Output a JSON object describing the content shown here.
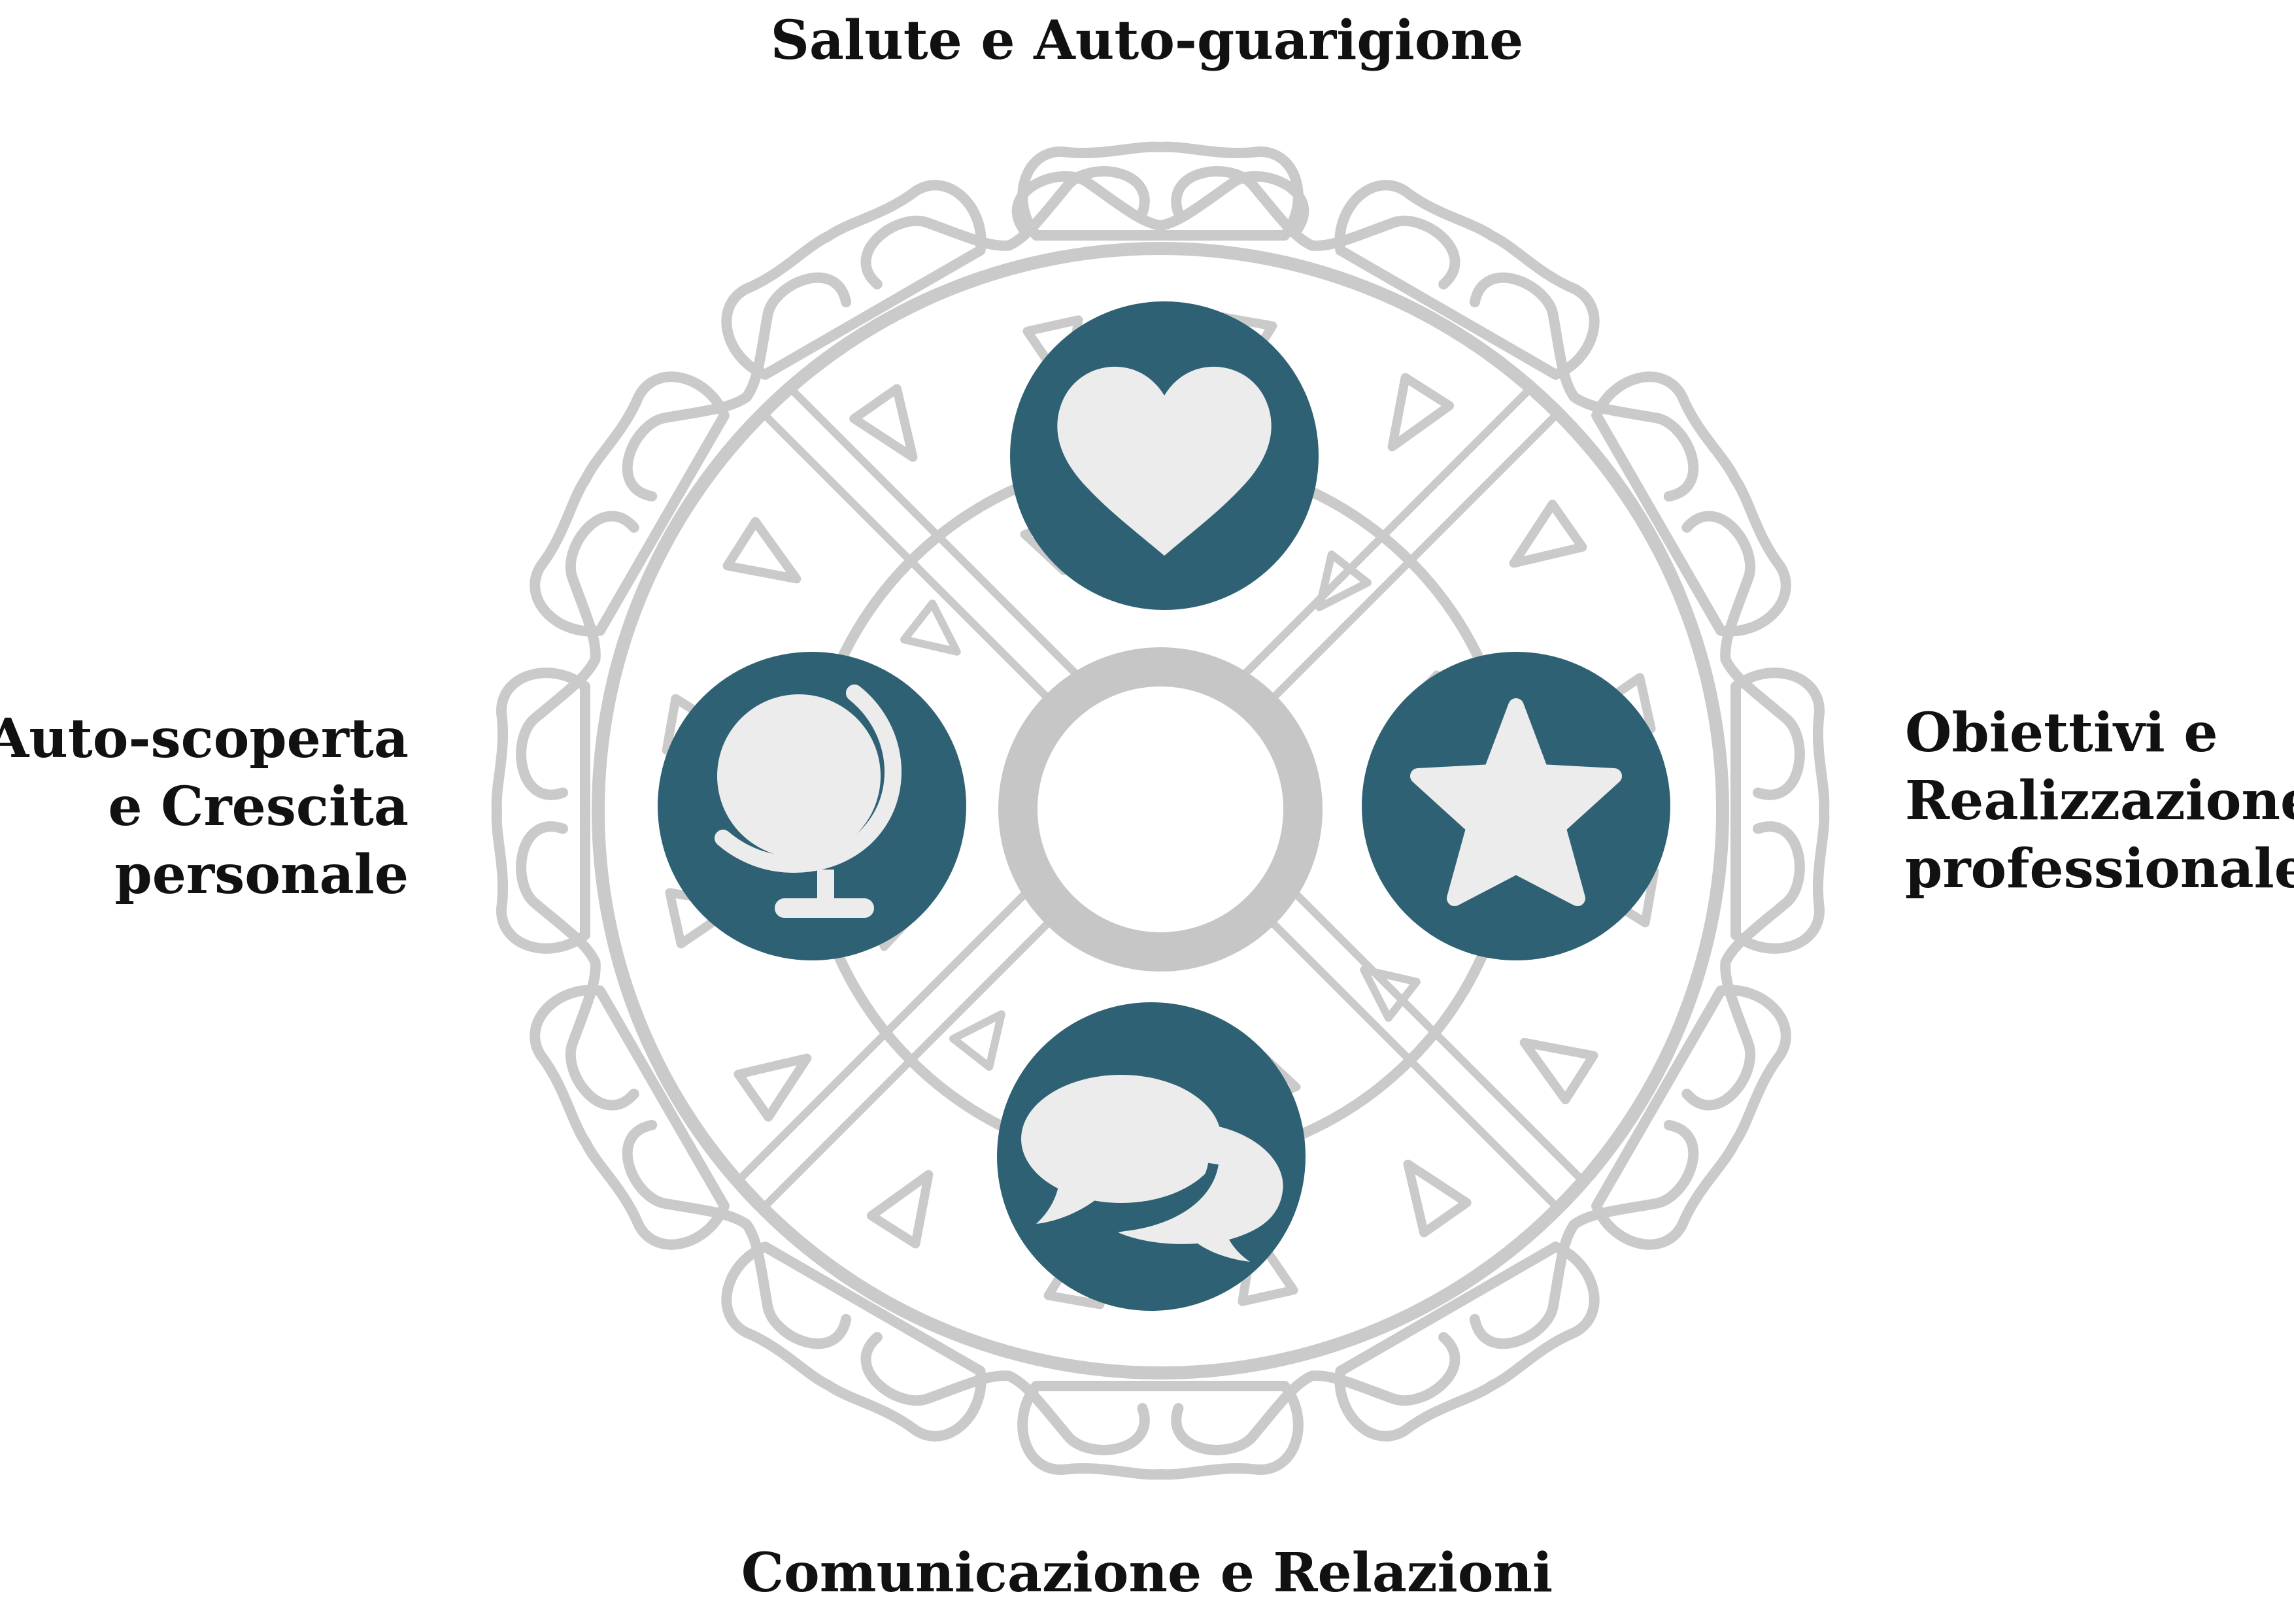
{
  "diagram": {
    "center_label": "",
    "nodes": [
      {
        "id": "top",
        "icon": "heart-icon",
        "lines": [
          "Salute e Auto-guarigione"
        ]
      },
      {
        "id": "right",
        "icon": "star-icon",
        "lines": [
          "Obiettivi e",
          "Realizzazione",
          "professionale"
        ]
      },
      {
        "id": "bottom",
        "icon": "speech-bubbles-icon",
        "lines": [
          "Comunicazione e Relazioni"
        ]
      },
      {
        "id": "left",
        "icon": "globe-icon",
        "lines": [
          "Auto-scoperta",
          "e Crescita",
          "personale"
        ]
      }
    ]
  },
  "colors": {
    "node_fill": "#2f6174",
    "icon_fill": "#ececec",
    "mandala_stroke": "#c8c8c8",
    "hub_stroke": "#c6c6c6",
    "text": "#111111"
  }
}
